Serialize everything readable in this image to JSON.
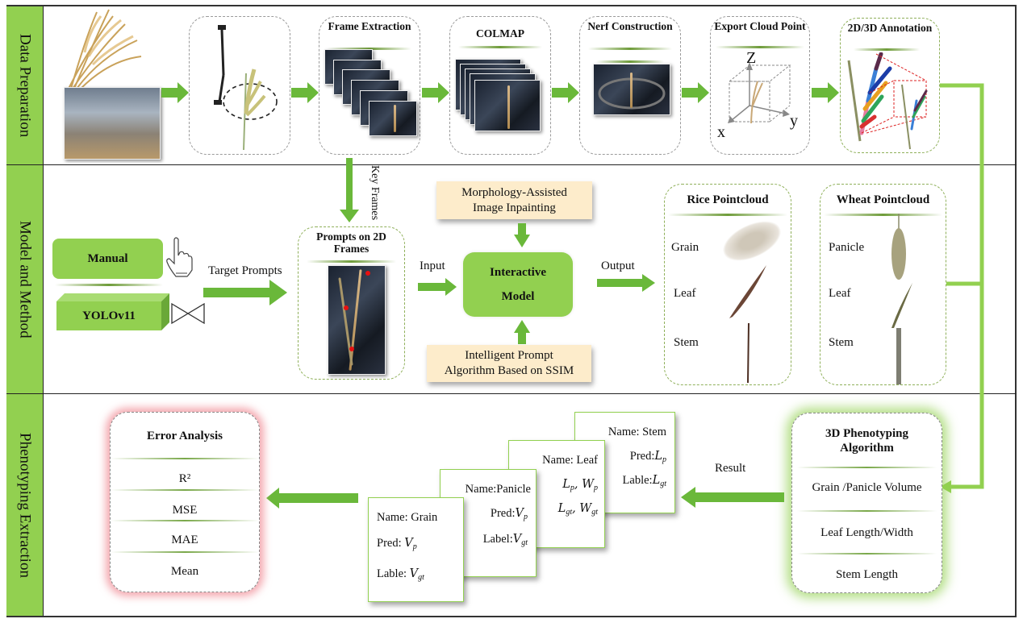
{
  "stages": [
    {
      "label": "Data Preparation"
    },
    {
      "label": "Model and Method"
    },
    {
      "label": "Phenotyping Extraction"
    }
  ],
  "data_preparation": {
    "steps": [
      {
        "title": "Frame Extraction"
      },
      {
        "title": "COLMAP"
      },
      {
        "title": "Nerf Construction"
      },
      {
        "title": "Export Cloud Point"
      },
      {
        "title": "2D/3D Annotation"
      }
    ],
    "axes": {
      "z": "Z",
      "x": "x",
      "y": "y"
    },
    "key_frames_label": "Key Frames"
  },
  "model_method": {
    "manual_label": "Manual",
    "yolo_label": "YOLOv11",
    "target_prompts_label": "Target Prompts",
    "prompts_box_title": "Prompts on 2D Frames",
    "input_label": "Input",
    "output_label": "Output",
    "interactive_model_label": "Interactive Model",
    "top_module": "Morphology-Assisted Image Inpainting",
    "bottom_module": "Intelligent Prompt Algorithm Based on SSIM",
    "rice": {
      "title": "Rice Pointcloud",
      "parts": [
        "Grain",
        "Leaf",
        "Stem"
      ]
    },
    "wheat": {
      "title": "Wheat Pointcloud",
      "parts": [
        "Panicle",
        "Leaf",
        "Stem"
      ]
    }
  },
  "phenotyping": {
    "algorithm": {
      "title": "3D Phenotyping Algorithm",
      "items": [
        "Grain /Panicle Volume",
        "Leaf Length/Width",
        "Stem Length"
      ]
    },
    "result_label": "Result",
    "cards": [
      {
        "name": "Name: Grain",
        "pred": "Pred: ",
        "pred_var": "V",
        "pred_sub": "p",
        "label": "Lable: ",
        "label_var": "V",
        "label_sub": "gt"
      },
      {
        "name": "Name:Panicle",
        "pred": "Pred:",
        "pred_var": "V",
        "pred_sub": "p",
        "label": "Label:",
        "label_var": "V",
        "label_sub": "gt"
      },
      {
        "name": "Name: Leaf",
        "pred_expr": "L",
        "pred_sub": "p",
        "pred_expr2": ", W",
        "pred_sub2": "p",
        "label_expr": "L",
        "label_sub": "gt",
        "label_expr2": ", W",
        "label_sub2": "gt"
      },
      {
        "name": "Name: Stem",
        "pred": "Pred:",
        "pred_var": "L",
        "pred_sub": "p",
        "label": "Lable:",
        "label_var": "L",
        "label_sub": "gt"
      }
    ],
    "error_analysis": {
      "title": "Error Analysis",
      "metrics": [
        "R²",
        "MSE",
        "MAE",
        "Mean"
      ]
    }
  },
  "colors": {
    "accent_green": "#92d050",
    "arrow_green": "#6ab83a",
    "beige": "#fdeccb",
    "error_glow": "#f4a0a8"
  }
}
